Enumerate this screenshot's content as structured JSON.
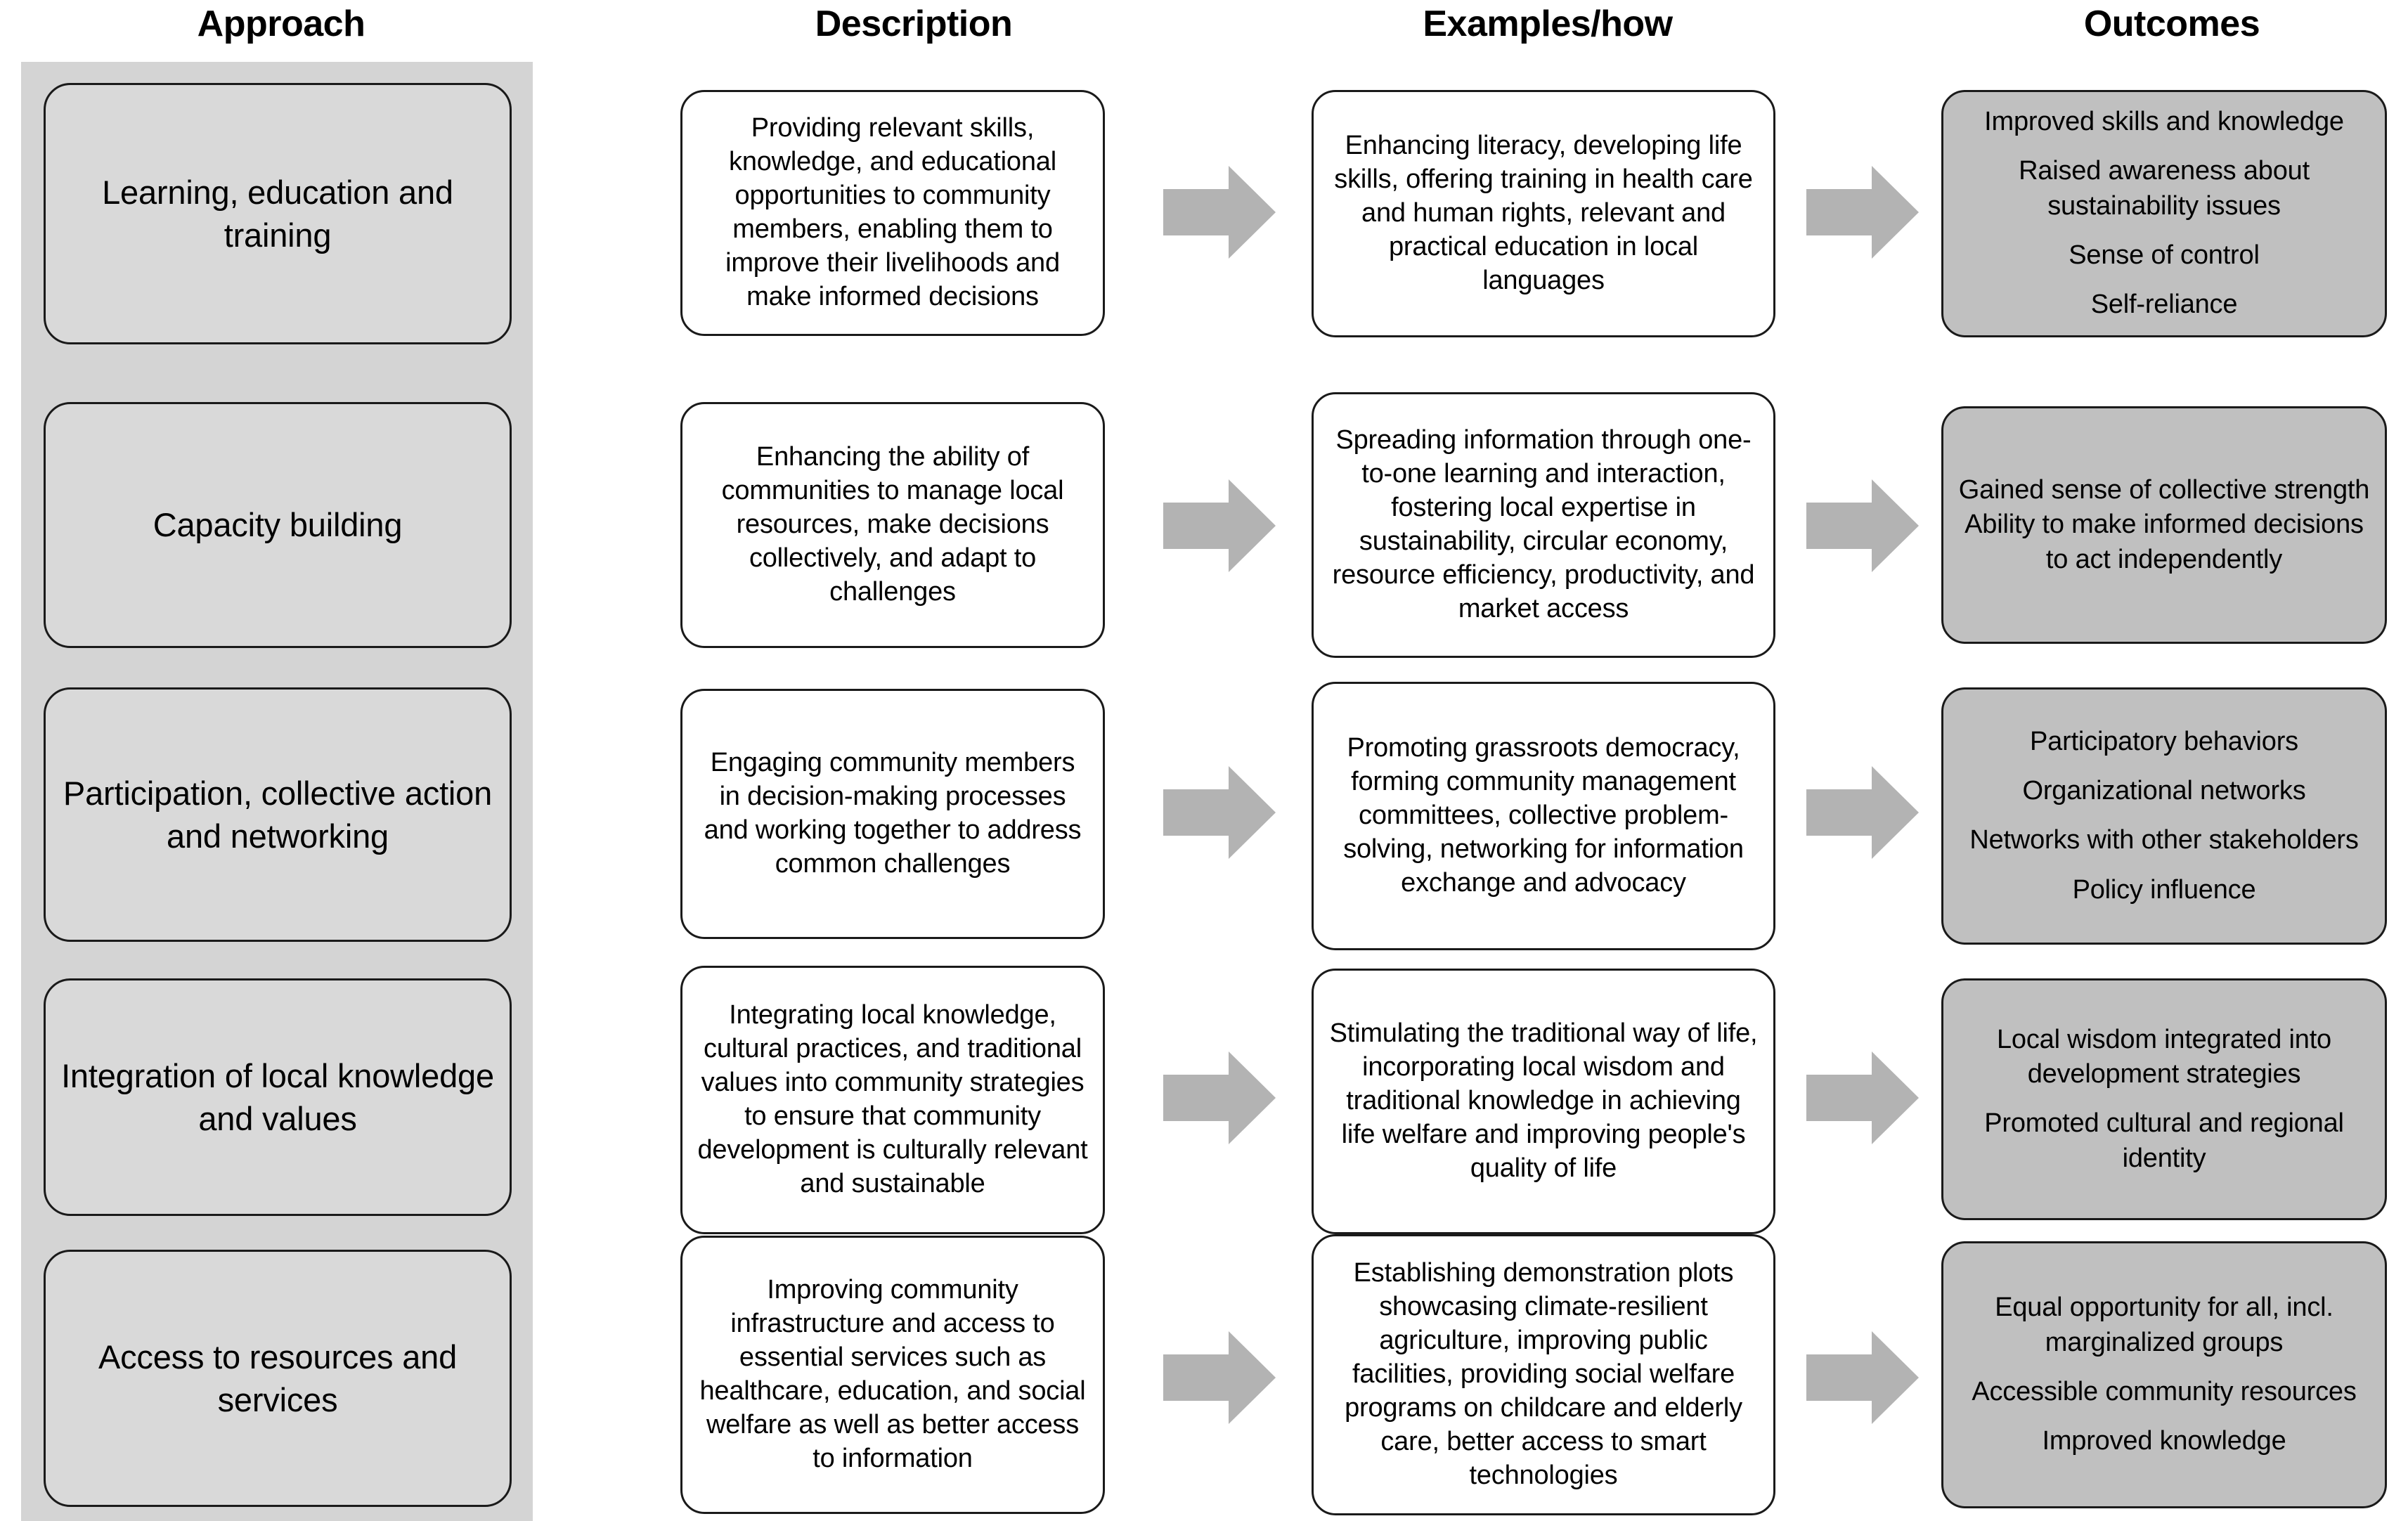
{
  "headers": {
    "approach": "Approach",
    "description": "Description",
    "examples": "Examples/how",
    "outcomes": "Outcomes"
  },
  "colors": {
    "approach_panel_bg": "#d4d4d4",
    "approach_box_bg": "#d9d9d9",
    "outcome_box_bg": "#c0c0c0",
    "white_box_bg": "#ffffff",
    "arrow_fill": "#b3b3b3",
    "border": "#1a1a1a",
    "text": "#000000"
  },
  "icons": {
    "arrow": "arrow-right-icon"
  },
  "rows": [
    {
      "approach": "Learning, education and training",
      "description": "Providing relevant skills, knowledge, and educational opportunities to community members, enabling them to improve their livelihoods and make informed decisions",
      "examples": "Enhancing literacy, developing life skills, offering training in health care and human rights, relevant and practical education in local languages",
      "outcomes": [
        "Improved skills and knowledge",
        "Raised awareness about sustainability issues",
        "Sense of control",
        "Self-reliance"
      ]
    },
    {
      "approach": "Capacity building",
      "description": "Enhancing the ability of communities to manage local resources, make decisions collectively, and adapt to challenges",
      "examples": "Spreading information through one-to-one learning and interaction, fostering local expertise in sustainability, circular economy, resource efficiency, productivity, and market access",
      "outcomes": [
        "Gained sense of collective strength",
        "Ability to make informed decisions to act independently"
      ]
    },
    {
      "approach": "Participation, collective action and networking",
      "description": "Engaging community members in decision-making processes and working together to address common challenges",
      "examples": "Promoting grassroots democracy, forming community management committees, collective problem-solving, networking for information exchange and advocacy",
      "outcomes": [
        "Participatory behaviors",
        "Organizational networks",
        "Networks with other stakeholders",
        "Policy influence"
      ]
    },
    {
      "approach": "Integration of local knowledge and values",
      "description": "Integrating local knowledge, cultural practices, and traditional values into community strategies to ensure that community development is culturally relevant and sustainable",
      "examples": "Stimulating the traditional way of life, incorporating local wisdom and traditional knowledge in achieving life welfare and improving people's quality of life",
      "outcomes": [
        "Local wisdom integrated into development strategies",
        "Promoted cultural and regional identity"
      ]
    },
    {
      "approach": "Access to resources and services",
      "description": "Improving community infrastructure and access to essential services such as healthcare, education, and social welfare as well as better access to information",
      "examples": "Establishing demonstration plots showcasing climate-resilient agriculture, improving public facilities, providing social welfare programs on childcare and elderly care, better access to smart technologies",
      "outcomes": [
        "Equal opportunity for all, incl. marginalized groups",
        "Accessible community resources",
        "Improved knowledge"
      ]
    }
  ]
}
